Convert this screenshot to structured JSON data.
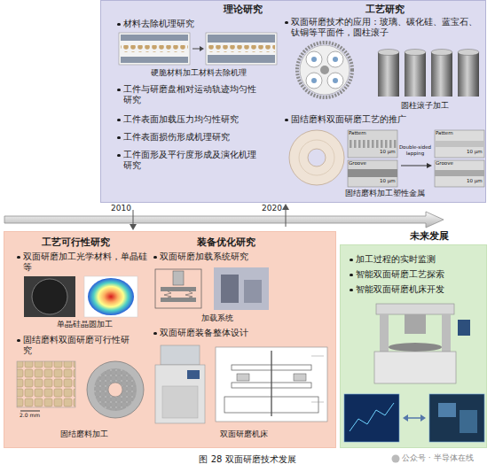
{
  "diagram": {
    "caption": "图 28 双面研磨技术发展",
    "nodes": [
      {
        "text": [
          "理论研究",
          "材料去除机理研究",
          "硬脆材料加工材料去除机理",
          "工件与研磨盘相对运动轨迹均匀性研究",
          "工件表面加载压力均匀性研究",
          "工件表面损伤形成机理研究",
          "工件面形及平行度形成及演化机理研究",
          "工艺研究",
          "双面研磨技术的应用：玻璃、碳化硅、蓝宝石、钛铜等平面件，圆柱滚子",
          "圆柱滚子加工",
          "固结磨料双面研磨工艺的推广",
          "固结磨料加工塑性金属"
        ]
      },
      {
        "text": [
          "工艺可行性研究",
          "双面研磨加工光学材料，单晶硅等",
          "单晶硅晶圆加工",
          "固结磨料双面研磨可行性研究",
          "固结磨料加工",
          "装备优化研究",
          "双面研磨加载系统研究",
          "加载系统",
          "双面研磨装备整体设计",
          "双面研磨机床"
        ]
      },
      {
        "text": [
          "未来发展",
          "加工过程的实时监测",
          "智能双面研磨工艺探索",
          "智能双面研磨机床开发"
        ]
      }
    ],
    "labels": [
      "2010",
      "2020",
      "Pattern",
      "Groove",
      "10 μm",
      "10 μm",
      "Double-sided lapping",
      "Pattern",
      "Groove",
      "10 μm",
      "10 μm",
      "2.0 mm",
      "公众号 · 半导体在线"
    ]
  }
}
